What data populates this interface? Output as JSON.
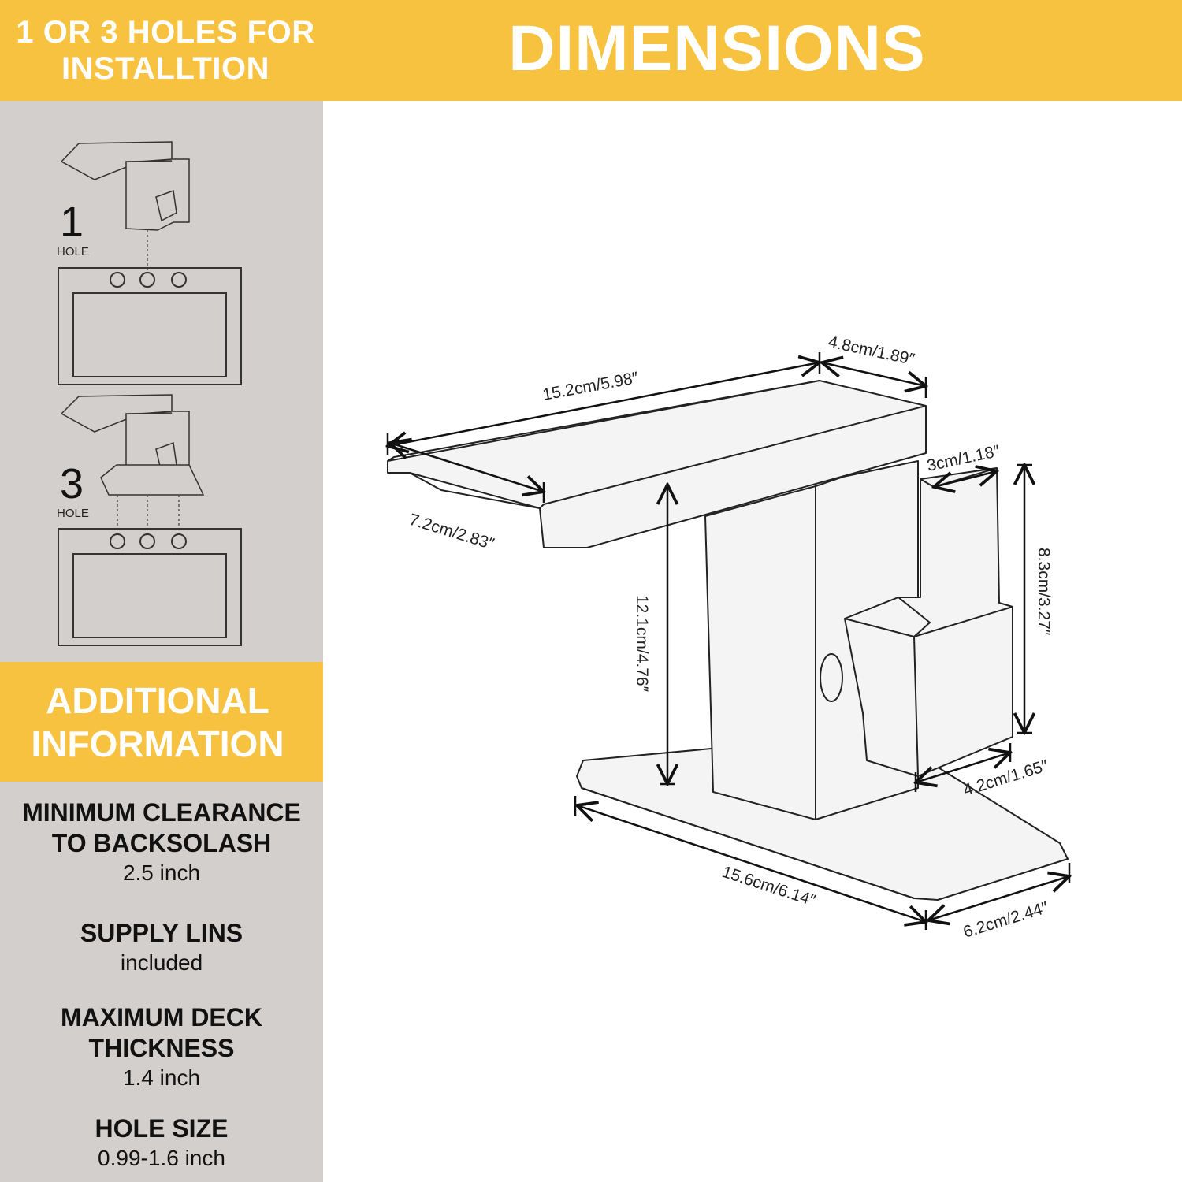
{
  "header": {
    "install_title_line1": "1 OR 3 HOLES FOR",
    "install_title_line2": "INSTALLTION",
    "dimensions_title": "DIMENSIONS"
  },
  "install_options": [
    {
      "number": "1",
      "label": "HOLE"
    },
    {
      "number": "3",
      "label": "HOLE"
    }
  ],
  "additional": {
    "title_line1": "ADDITIONAL",
    "title_line2": "INFORMATION",
    "items": [
      {
        "heading_line1": "MINIMUM CLEARANCE",
        "heading_line2": "TO BACKSOLASH",
        "value": "2.5 inch"
      },
      {
        "heading_line1": "SUPPLY LINS",
        "heading_line2": "",
        "value": "included"
      },
      {
        "heading_line1": "MAXIMUM DECK",
        "heading_line2": "THICKNESS",
        "value": "1.4 inch"
      },
      {
        "heading_line1": "HOLE SIZE",
        "heading_line2": "",
        "value": "0.99-1.6 inch"
      }
    ]
  },
  "dimensions": {
    "spout_length": "15.2cm/5.98″",
    "spout_width": "4.8cm/1.89″",
    "spout_depth": "7.2cm/2.83″",
    "handle_width": "3cm/1.18″",
    "handle_height": "8.3cm/3.27″",
    "spout_height": "12.1cm/4.76″",
    "handle_base": "4.2cm/1.65″",
    "plate_length": "15.6cm/6.14″",
    "plate_width": "6.2cm/2.44″"
  },
  "colors": {
    "accent": "#f8c241",
    "sidebar": "#d3cfcd"
  }
}
